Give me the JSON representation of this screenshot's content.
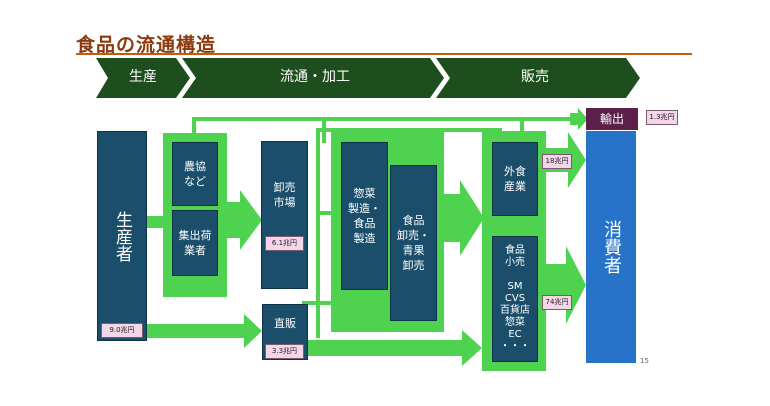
{
  "title": "食品の流通構造",
  "stages": [
    "生産",
    "流通・加工",
    "販売"
  ],
  "boxes": {
    "producer": "生産者",
    "nokyo": "農協\nなど",
    "shukka": "集出荷\n業者",
    "oroshi_shijo": "卸売\n市場",
    "chokuhan": "直販",
    "sozai": "惣菜\n製造・\n食品\n製造",
    "food_wholesale": "食品\n卸売・\n青果\n卸売",
    "gaishoku": "外食\n産業",
    "kouri": "食品\n小売\n\nSM\nCVS\n百貨店\n惣菜\nEC\n・・・",
    "export": "輸出",
    "consumer": "消費者"
  },
  "amounts": {
    "producer": "9.0兆円",
    "market": "6.1兆円",
    "direct": "3.3兆円",
    "restaurant": "18兆円",
    "retail": "74兆円",
    "export": "1.3兆円"
  },
  "page_number": "15",
  "colors": {
    "title": "#8b3a0e",
    "stage_band": "#1e4d1e",
    "box": "#1b4e6b",
    "arrow": "#4fd24f",
    "consumer": "#2673c9",
    "export": "#5b1f4a",
    "badge": "#f5d5e8"
  }
}
